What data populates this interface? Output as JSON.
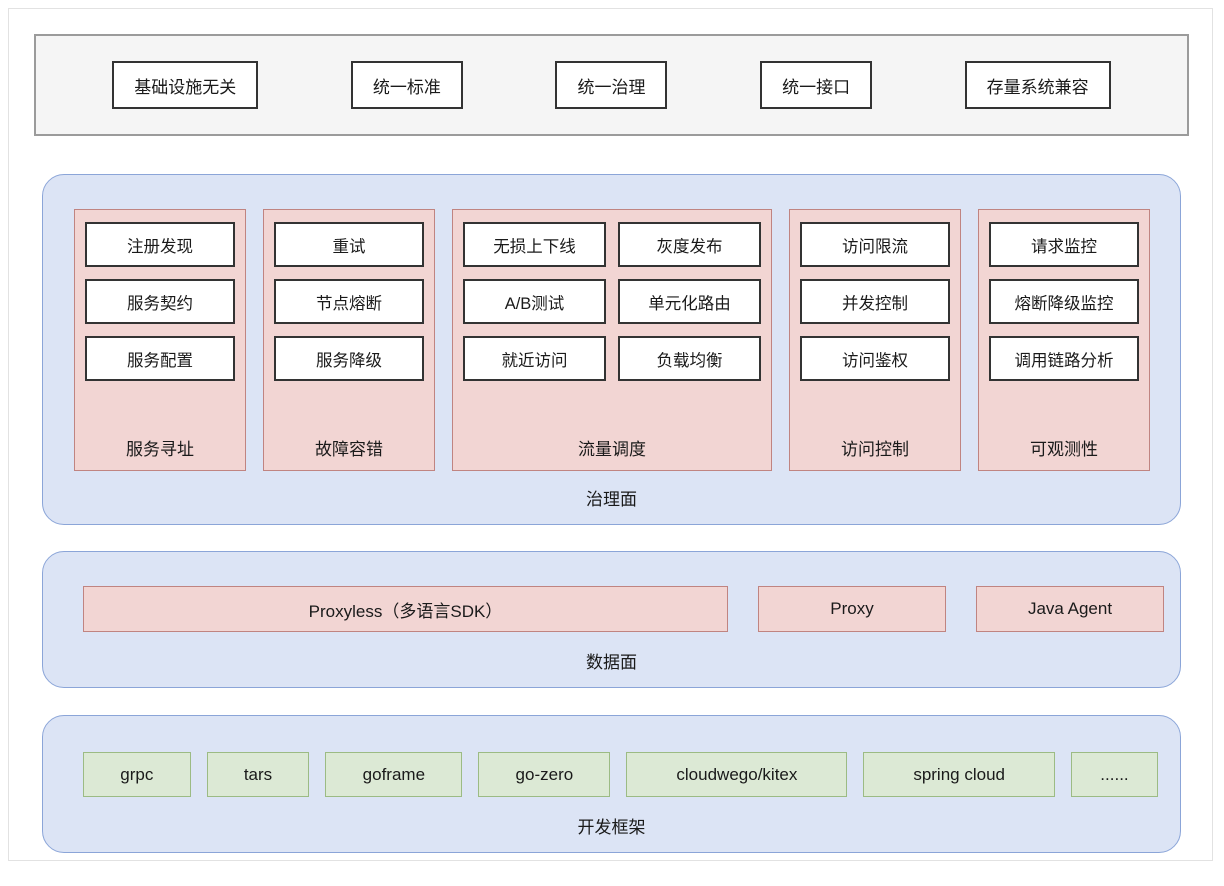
{
  "principles": {
    "items": [
      {
        "label": "基础设施无关"
      },
      {
        "label": "统一标准"
      },
      {
        "label": "统一治理"
      },
      {
        "label": "统一接口"
      },
      {
        "label": "存量系统兼容"
      }
    ]
  },
  "governance_plane": {
    "label": "治理面",
    "groups": [
      {
        "label": "服务寻址",
        "columns": 1,
        "items": [
          "注册发现",
          "服务契约",
          "服务配置"
        ]
      },
      {
        "label": "故障容错",
        "columns": 1,
        "items": [
          "重试",
          "节点熔断",
          "服务降级"
        ]
      },
      {
        "label": "流量调度",
        "columns": 2,
        "items": [
          "无损上下线",
          "灰度发布",
          "A/B测试",
          "单元化路由",
          "就近访问",
          "负载均衡"
        ]
      },
      {
        "label": "访问控制",
        "columns": 1,
        "items": [
          "访问限流",
          "并发控制",
          "访问鉴权"
        ]
      },
      {
        "label": "可观测性",
        "columns": 1,
        "items": [
          "请求监控",
          "熔断降级监控",
          "调用链路分析"
        ]
      }
    ]
  },
  "data_plane": {
    "label": "数据面",
    "items": [
      {
        "label": "Proxyless（多语言SDK）",
        "size": "large"
      },
      {
        "label": "Proxy",
        "size": "small"
      },
      {
        "label": "Java Agent",
        "size": "small"
      }
    ]
  },
  "framework_plane": {
    "label": "开发框架",
    "items": [
      {
        "label": "grpc",
        "width": "normal"
      },
      {
        "label": "tars",
        "width": "normal"
      },
      {
        "label": "goframe",
        "width": "normal"
      },
      {
        "label": "go-zero",
        "width": "normal"
      },
      {
        "label": "cloudwego/kitex",
        "width": "wide"
      },
      {
        "label": "spring cloud",
        "width": "wide"
      },
      {
        "label": "......",
        "width": "narrow"
      }
    ]
  },
  "colors": {
    "plane_fill": "#dce4f5",
    "plane_border": "#8ba5d8",
    "group_fill": "#f2d5d3",
    "group_border": "#c08481",
    "framework_fill": "#dce9d5",
    "framework_border": "#9cbb84",
    "band_fill": "#f5f5f5",
    "band_border": "#9b9b9b",
    "box_border": "#333333",
    "text": "#1a1a1a"
  }
}
